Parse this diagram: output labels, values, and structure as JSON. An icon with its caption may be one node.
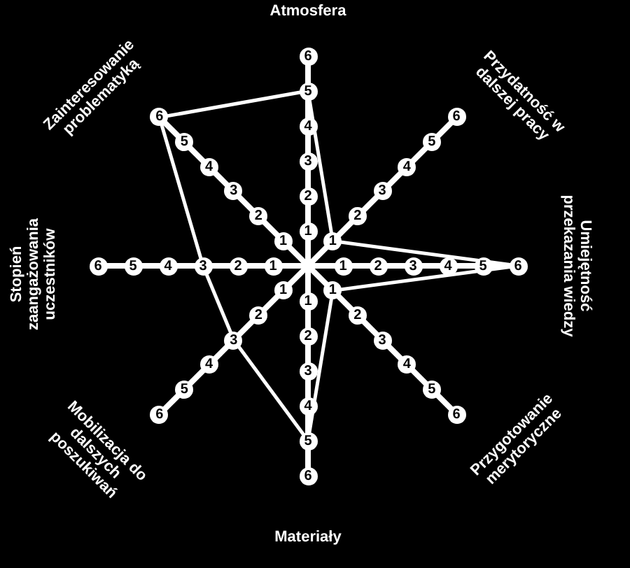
{
  "diagram": {
    "labels": [
      "Atmosfera",
      "Przydatność w dalszej pracy",
      "Umiejętność przekazania wiedzy",
      "Przygotowanie merytoryczne",
      "Materiały",
      "Mobilizacja do dalszych poszukiwań",
      "Stopień zaangażowania uczestników",
      "Zainteresowanie problematyką",
      "1",
      "2",
      "3",
      "4",
      "5",
      "6",
      "1",
      "2",
      "3",
      "4",
      "5",
      "6",
      "1",
      "2",
      "3",
      "4",
      "5",
      "6",
      "1",
      "2",
      "3",
      "4",
      "5",
      "6",
      "1",
      "2",
      "3",
      "4",
      "5",
      "6",
      "1",
      "2",
      "3",
      "4",
      "5",
      "6",
      "1",
      "2",
      "3",
      "4",
      "5",
      "6",
      "1",
      "2",
      "3",
      "4",
      "5",
      "6"
    ]
  }
}
